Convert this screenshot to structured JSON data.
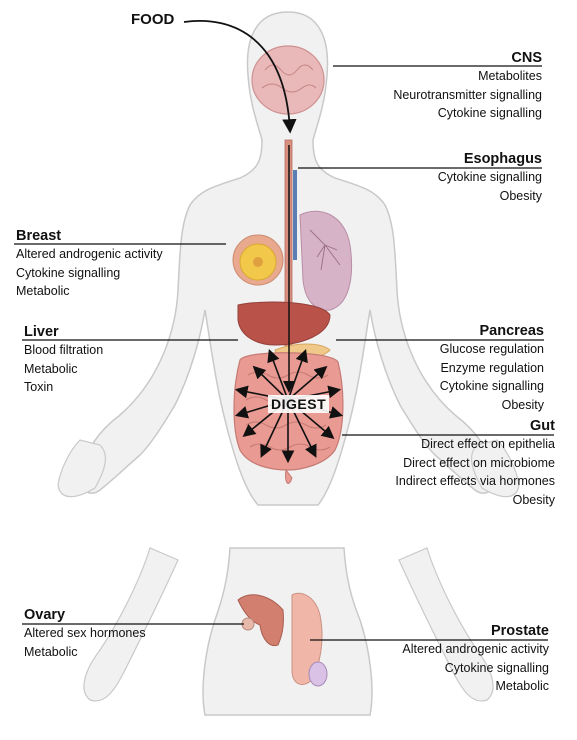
{
  "food_label": "FOOD",
  "digest_label": "DIGEST",
  "organs": {
    "cns": {
      "title": "CNS",
      "items": [
        "Metabolites",
        "Neurotransmitter signalling",
        "Cytokine signalling"
      ]
    },
    "esophagus": {
      "title": "Esophagus",
      "items": [
        "Cytokine signalling",
        "Obesity"
      ]
    },
    "breast": {
      "title": "Breast",
      "items": [
        "Altered androgenic activity",
        "Cytokine signalling",
        "Metabolic"
      ]
    },
    "liver": {
      "title": "Liver",
      "items": [
        "Blood filtration",
        "Metabolic",
        "Toxin"
      ]
    },
    "pancreas": {
      "title": "Pancreas",
      "items": [
        "Glucose regulation",
        "Enzyme regulation",
        "Cytokine signalling",
        "Obesity"
      ]
    },
    "gut": {
      "title": "Gut",
      "items": [
        "Direct effect on epithelia",
        "Direct effect on microbiome",
        "Indirect effects via hormones",
        "Obesity"
      ]
    },
    "ovary": {
      "title": "Ovary",
      "items": [
        "Altered sex hormones",
        "Metabolic"
      ]
    },
    "prostate": {
      "title": "Prostate",
      "items": [
        "Altered androgenic activity",
        "Cytokine signalling",
        "Metabolic"
      ]
    }
  },
  "colors": {
    "body_fill": "#f1f1f1",
    "body_stroke": "#c9c9c9",
    "brain": "#e9b8b8",
    "esophagus_tube": "#d98f7f",
    "lung": "#d7b3c8",
    "breast": "#f2c84b",
    "liver": "#b9534a",
    "intestine": "#e99a93",
    "pancreas": "#f0c98a",
    "uterus": "#d27f6f",
    "arrow": "#111111"
  }
}
